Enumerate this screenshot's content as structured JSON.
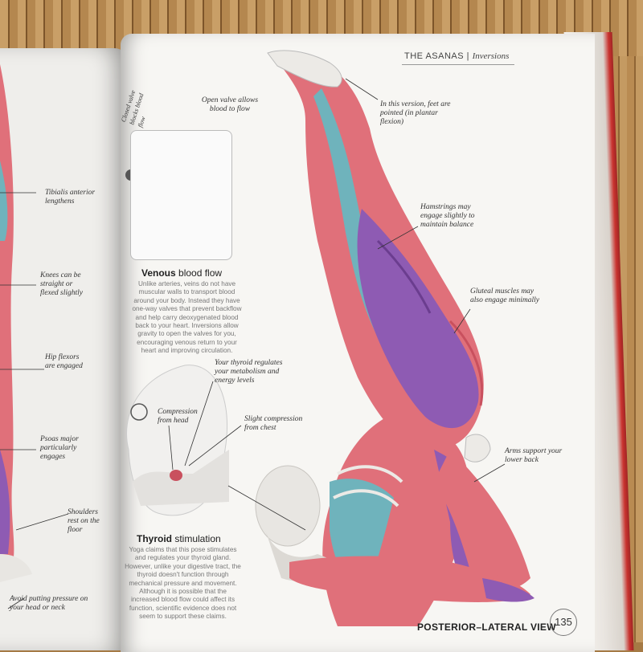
{
  "header": {
    "section": "THE ASANAS",
    "sep": "|",
    "subsection": "Inversions"
  },
  "labels_right": {
    "feet": "In this version, feet are pointed (in plantar flexion)",
    "hamstrings": "Hamstrings may engage slightly to maintain balance",
    "gluteal": "Gluteal muscles may also engage minimally",
    "arms": "Arms support your lower back",
    "open_valve": "Open valve allows blood to flow",
    "closed_valve": "Closed valve blocks blood flow",
    "thyroid_reg": "Your thyroid regulates your metabolism and energy levels",
    "compression_head": "Compression from head",
    "compression_chest": "Slight compression from chest"
  },
  "labels_left": {
    "tibialis": "Tibialis anterior lengthens",
    "knees": "Knees can be straight or flexed slightly",
    "hip": "Hip flexors are engaged",
    "psoas": "Psoas major particularly engages",
    "shoulders": "Shoulders rest on the floor",
    "avoid": "Avoid putting pressure on your head or neck"
  },
  "venous": {
    "title_bold": "Venous",
    "title_rest": " blood flow",
    "text": "Unlike arteries, veins do not have muscular walls to transport blood around your body. Instead they have one-way valves that prevent backflow and help carry deoxygenated blood back to your heart. Inversions allow gravity to open the valves for you, encouraging venous return to your heart and improving circulation."
  },
  "thyroid": {
    "title_bold": "Thyroid",
    "title_rest": " stimulation",
    "text": "Yoga claims that this pose stimulates and regulates your thyroid gland. However, unlike your digestive tract, the thyroid doesn't function through mechanical pressure and movement. Although it is possible that the increased blood flow could affect its function, scientific evidence does not seem to support these claims."
  },
  "view_label": "POSTERIOR–LATERAL VIEW",
  "page_number": "135",
  "colors": {
    "muscle": "#e0707a",
    "muscle_dark": "#c9505e",
    "purple": "#8e5bb3",
    "teal": "#6fb3bc",
    "bone": "#eceae6",
    "page": "#f7f6f3"
  }
}
